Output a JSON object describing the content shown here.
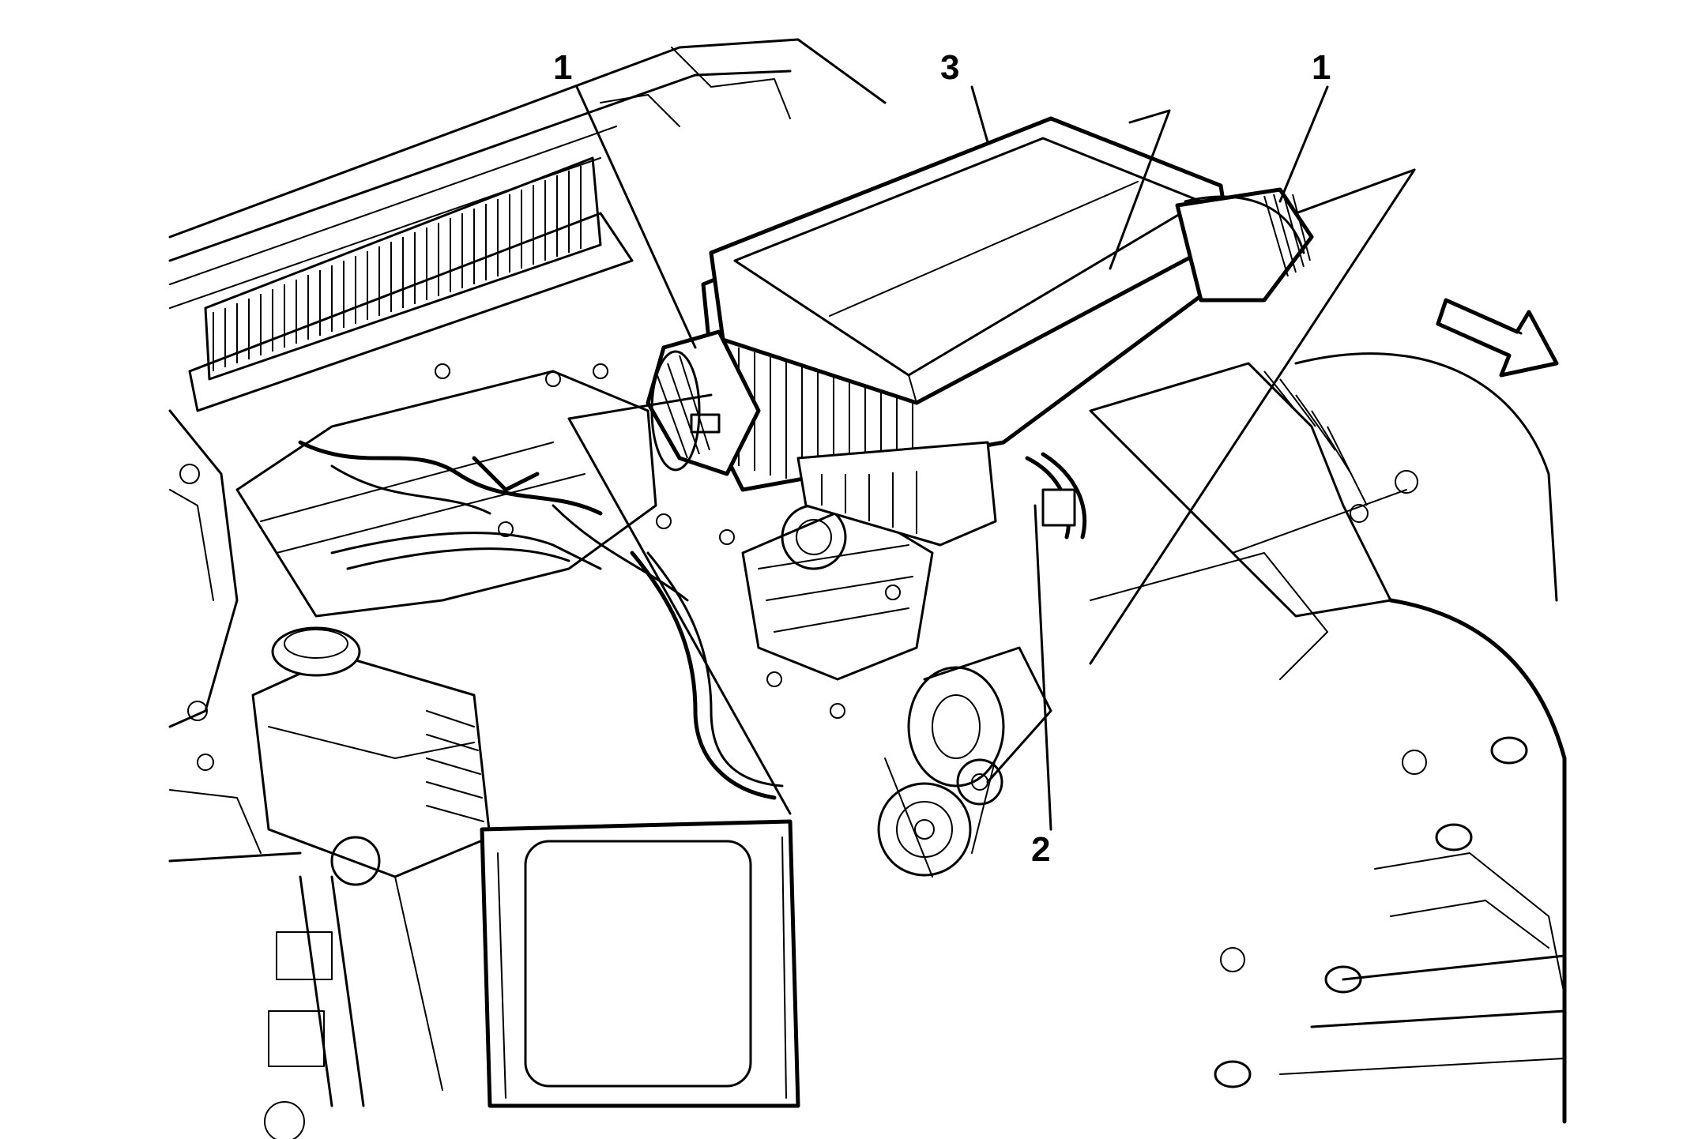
{
  "diagram": {
    "callouts": [
      {
        "id": "c1a",
        "label": "1"
      },
      {
        "id": "c3",
        "label": "3"
      },
      {
        "id": "c1b",
        "label": "1"
      },
      {
        "id": "c2",
        "label": "2"
      }
    ],
    "colors": {
      "ink": "#000000",
      "background": "#ffffff"
    },
    "icons": {
      "direction_arrow": "front-direction-arrow-icon"
    }
  }
}
